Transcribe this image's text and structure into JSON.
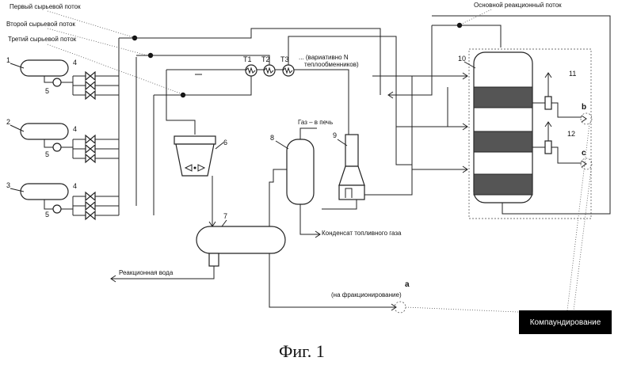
{
  "labels": {
    "feed1": "Первый сырьевой поток",
    "feed2": "Второй сырьевой поток",
    "feed3": "Третий сырьевой поток",
    "main_stream": "Основной реакционный поток",
    "t1": "T1",
    "t2": "T2",
    "t3": "T3",
    "hx_note_1": "... (вариативно N",
    "hx_note_2": "теплообменников)",
    "gas_to_furnace": "Газ – в печь",
    "fuel_condensate": "Конденсат топливного газа",
    "reaction_water": "Реакционная вода",
    "to_fractionation": "(на фракционирование)",
    "stream_a": "a",
    "stream_b": "b",
    "stream_c": "c",
    "compounding": "Компаундирование",
    "figure_caption": "Фиг. 1"
  },
  "numbers": {
    "n1": "1",
    "n2": "2",
    "n3": "3",
    "n4a": "4",
    "n4b": "4",
    "n4c": "4",
    "n5a": "5",
    "n5b": "5",
    "n5c": "5",
    "n6": "6",
    "n7": "7",
    "n8": "8",
    "n9": "9",
    "n10": "10",
    "n11": "11",
    "n12": "12"
  }
}
